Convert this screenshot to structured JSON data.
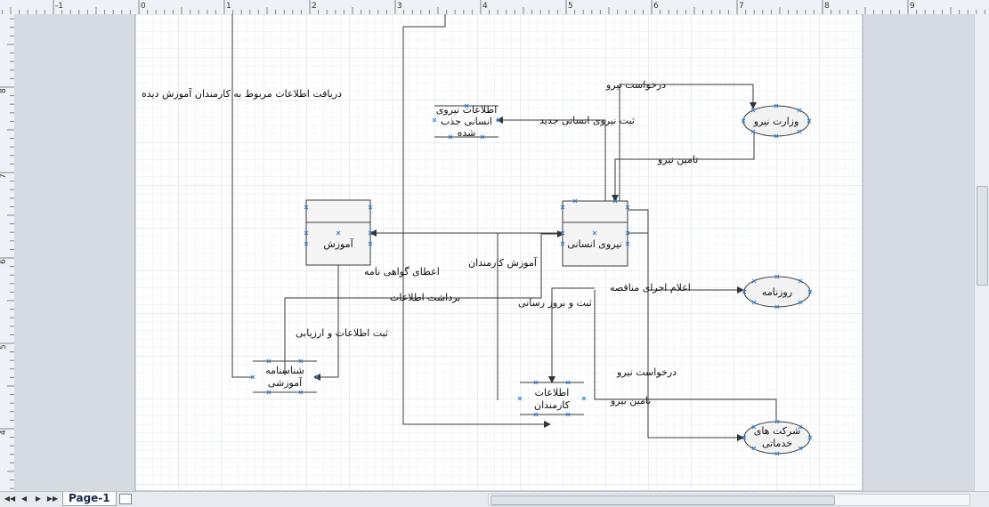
{
  "rulers": {
    "h_ticks": [
      "-1",
      "0",
      "1",
      "2",
      "3",
      "4",
      "5",
      "6",
      "7",
      "8",
      "9"
    ],
    "v_ticks": [
      "8",
      "7",
      "6",
      "5",
      "4"
    ]
  },
  "diagram": {
    "processes": {
      "training": "آموزش",
      "hr": "نیروی انسانی"
    },
    "data_stores": {
      "recruited_info": [
        "اطلاعات نیروی",
        "انسانی جذب",
        "شده"
      ],
      "training_certificate": [
        "شناسنامه",
        "آموزشی"
      ],
      "employee_info": [
        "اطلاعات",
        "کارمندان"
      ]
    },
    "entities": {
      "ministry": "وزارت نیرو",
      "newspaper": "روزنامه",
      "service_companies": [
        "شرکت های",
        "خدماتی"
      ]
    },
    "flows": {
      "receive_trained": "دریافت اطلاعات مربوط به کارمندان آموزش دیده",
      "request_ministry": "درخواست نیرو",
      "register_new_hr": "ثبت نیروی انسانی جدید",
      "supply_ministry": "تامین نیرو",
      "employee_training": "آموزش کارمندان",
      "certificate": "اعطای گواهی نامه",
      "withdraw_info": "برداشت اطلاعات",
      "register_evaluation": "ثبت اطلاعات و ارزیابی",
      "register_update": "ثبت و بروز رسانی",
      "tender_announcement": "اعلام اجرای مناقصه",
      "request_companies": "درخواست نیرو",
      "supply_companies": "تامین نیرو"
    }
  },
  "tabs": {
    "page1": "Page-1"
  },
  "colors": {
    "page": "#ffffff",
    "grid": "#e4e8ed",
    "line": "#3a3a3a",
    "entity_fill": "#f2f2f2",
    "marker": "#2f7fd6"
  }
}
